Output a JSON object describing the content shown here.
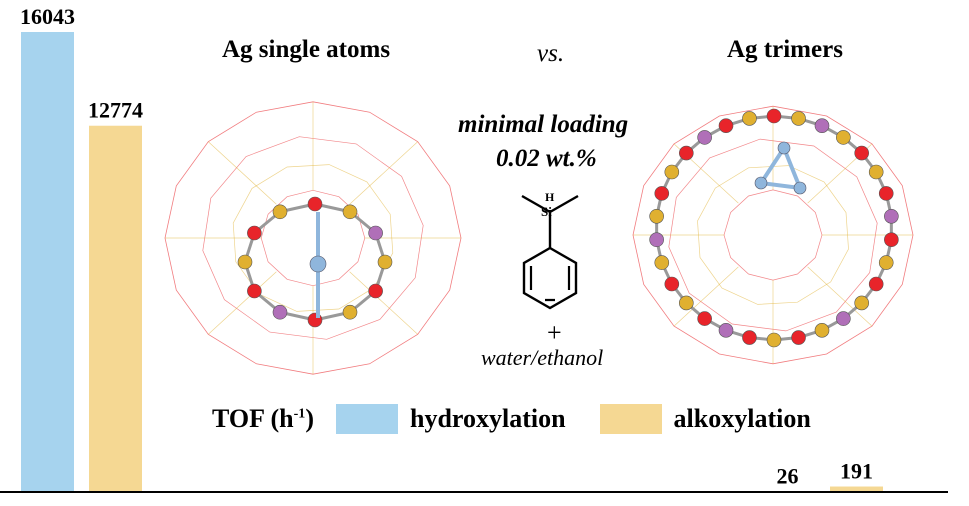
{
  "headings": {
    "single": "Ag single atoms",
    "vs": "vs.",
    "trimer": "Ag trimers",
    "loading_line1": "minimal loading",
    "loading_line2": "0.02 wt.%",
    "plus": "+",
    "solvent": "water/ethanol",
    "si": "Si",
    "h": "H"
  },
  "legend": {
    "prefix": "TOF (h",
    "sup": "-1",
    "suffix": ")"
  },
  "colors": {
    "hydroxylation": "#a6d3ee",
    "alkoxylation": "#f5d893",
    "oxygen": "#e8242a",
    "silver_ring": "#e0b030",
    "silicon": "#b06fb8",
    "ag": "#8fb6dc"
  },
  "chart_data": {
    "type": "bar",
    "categories": [
      "Ag single atoms",
      "Ag trimers"
    ],
    "series": [
      {
        "name": "hydroxylation",
        "values": [
          16043,
          26
        ]
      },
      {
        "name": "alkoxylation",
        "values": [
          12774,
          191
        ]
      }
    ],
    "ylim": [
      0,
      16043
    ]
  }
}
